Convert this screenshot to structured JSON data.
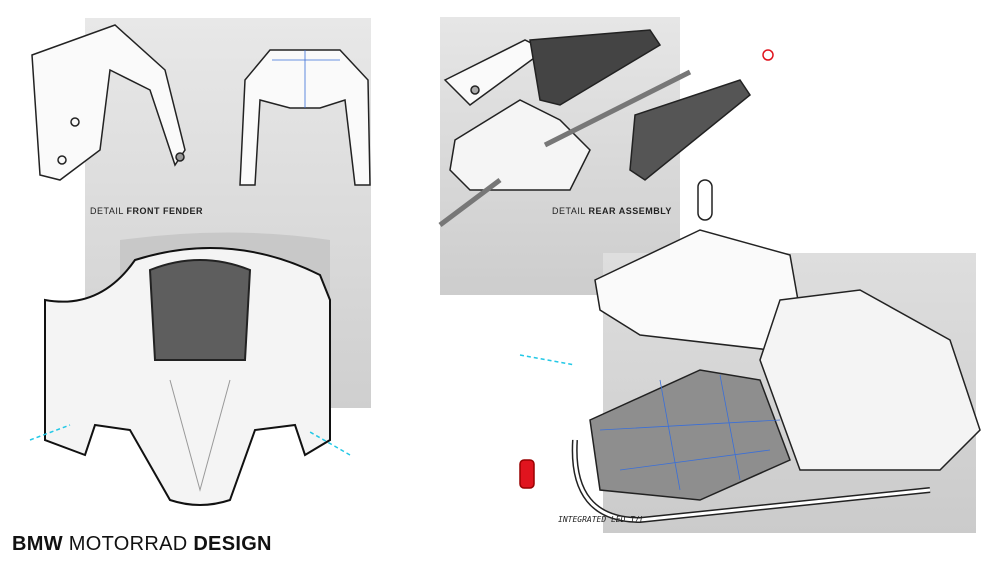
{
  "labels": {
    "front_fender_prefix": "DETAIL",
    "front_fender_bold": "FRONT FENDER",
    "rear_assembly_prefix": "DETAIL",
    "rear_assembly_bold": "REAR ASSEMBLY",
    "integrated_led": "INTEGRATED LED T/L"
  },
  "brand": {
    "bmw": "BMW",
    "motorrad": "MOTORRAD",
    "design": "DESIGN"
  },
  "colors": {
    "panel_gray": "#d6d6d6",
    "accent_cyan": "#22c8e6",
    "accent_red": "#e0141e",
    "blue_lines": "#3a6fd8"
  }
}
